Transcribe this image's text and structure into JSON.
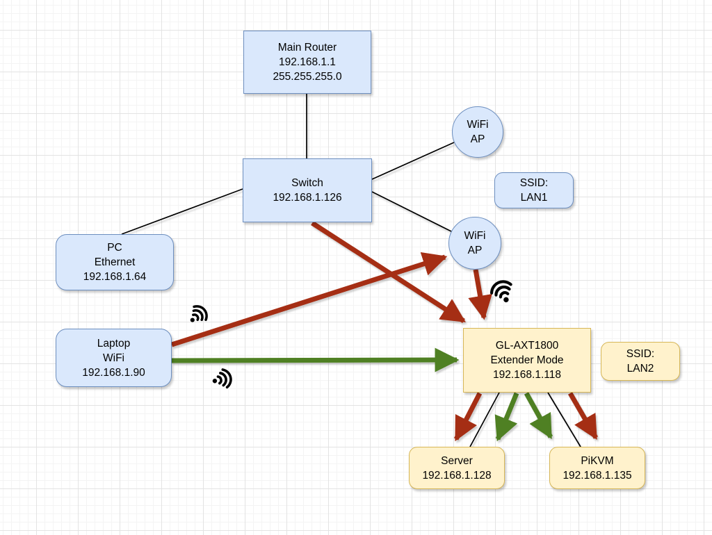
{
  "nodes": {
    "main_router": {
      "line1": "Main Router",
      "line2": "192.168.1.1",
      "line3": "255.255.255.0"
    },
    "switch": {
      "line1": "Switch",
      "line2": "192.168.1.126"
    },
    "wifi_ap_top": {
      "line1": "WiFi",
      "line2": "AP"
    },
    "wifi_ap_mid": {
      "line1": "WiFi",
      "line2": "AP"
    },
    "ssid_lan1": {
      "line1": "SSID:",
      "line2": "LAN1"
    },
    "ssid_lan2": {
      "line1": "SSID:",
      "line2": "LAN2"
    },
    "pc": {
      "line1": "PC",
      "line2": "Ethernet",
      "line3": "192.168.1.64"
    },
    "laptop": {
      "line1": "Laptop",
      "line2": "WiFi",
      "line3": "192.168.1.90"
    },
    "extender": {
      "line1": "GL-AXT1800",
      "line2": "Extender Mode",
      "line3": "192.168.1.118"
    },
    "server": {
      "line1": "Server",
      "line2": "192.168.1.128"
    },
    "pikvm": {
      "line1": "PiKVM",
      "line2": "192.168.1.135"
    }
  },
  "edges": [
    {
      "from": "main_router",
      "to": "switch",
      "style": "plain-line"
    },
    {
      "from": "switch",
      "to": "wifi_ap_top",
      "style": "plain-line"
    },
    {
      "from": "switch",
      "to": "wifi_ap_mid",
      "style": "plain-line"
    },
    {
      "from": "switch",
      "to": "pc",
      "style": "plain-line"
    },
    {
      "from": "switch",
      "to": "extender",
      "style": "red-arrow"
    },
    {
      "from": "laptop",
      "to": "wifi_ap_mid",
      "style": "red-arrow"
    },
    {
      "from": "wifi_ap_mid",
      "to": "extender",
      "style": "red-arrow"
    },
    {
      "from": "laptop",
      "to": "extender",
      "style": "green-arrow"
    },
    {
      "from": "extender",
      "to": "server",
      "style": "red-arrow"
    },
    {
      "from": "extender",
      "to": "server",
      "style": "plain-line"
    },
    {
      "from": "extender",
      "to": "server",
      "style": "green-arrow"
    },
    {
      "from": "extender",
      "to": "pikvm",
      "style": "green-arrow"
    },
    {
      "from": "extender",
      "to": "pikvm",
      "style": "plain-line"
    },
    {
      "from": "extender",
      "to": "pikvm",
      "style": "red-arrow"
    }
  ],
  "icons": [
    {
      "name": "wifi-signal-icon",
      "near": "laptop-red-link"
    },
    {
      "name": "wifi-signal-icon",
      "near": "laptop-green-link"
    },
    {
      "name": "wifi-signal-icon",
      "near": "extender"
    }
  ],
  "colors": {
    "blue_fill": "#dae8fc",
    "blue_border": "#6c8ebf",
    "yellow_fill": "#fff2cc",
    "yellow_border": "#d6b656",
    "red_arrow": "#a52e14",
    "green_arrow": "#4f8023",
    "line": "#000000",
    "grid_major": "#e3e3e3",
    "grid_minor": "#f4f4f4"
  }
}
